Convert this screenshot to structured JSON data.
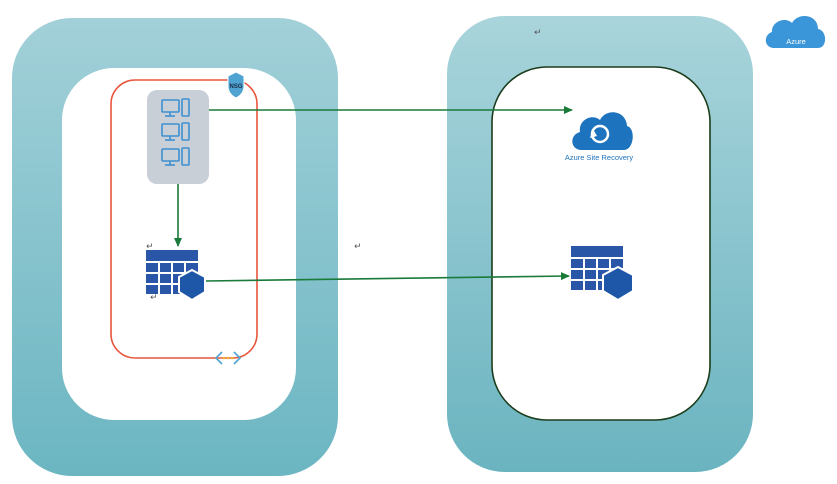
{
  "diagram": {
    "asr_label": "Azure Site Recovery",
    "nsg_label": "NSG",
    "azure_badge_label": "Azure",
    "return_marks": [
      "↵",
      "↵",
      "↵",
      "↵"
    ]
  },
  "colors": {
    "region_fill": "#7cbfc8",
    "region_fill_light": "#a6d3da",
    "vnet_border": "#e8553a",
    "asr_border": "#1c3d1c",
    "arrow": "#1a7a3a",
    "azure_blue": "#1e73be",
    "server_group": "#c8cfd6",
    "vm_icon": "#3d8fd0",
    "db_blue": "#2a56a8"
  }
}
